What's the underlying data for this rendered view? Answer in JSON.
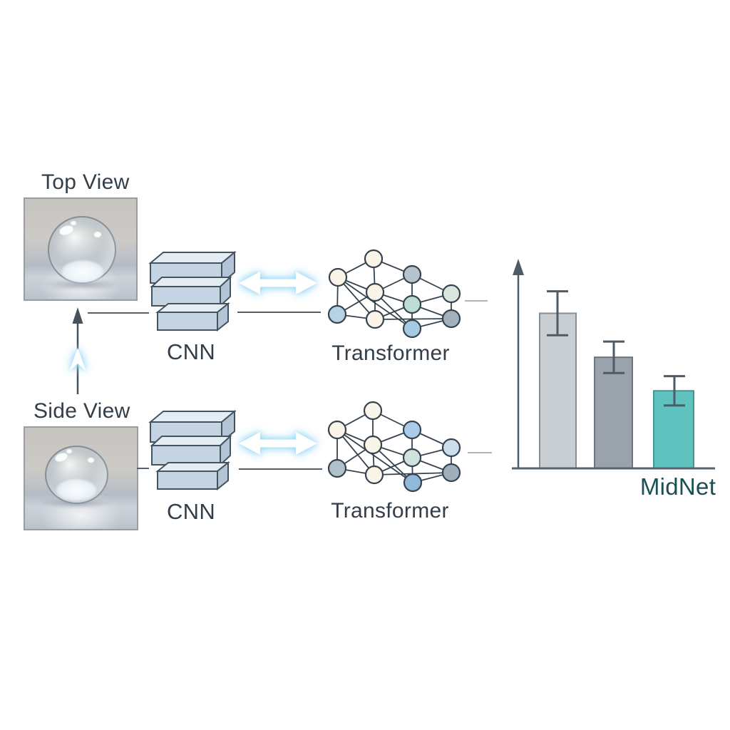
{
  "figure": {
    "views": {
      "top_label": "Top View",
      "side_label": "Side View"
    },
    "modules": {
      "cnn_top_label": "CNN",
      "cnn_bottom_label": "CNN",
      "transformer_top_label": "Transformer",
      "transformer_bottom_label": "Transformer"
    }
  },
  "colors": {
    "label_text": "#333e49",
    "midnet_text": "#1c4f53",
    "connector": "#55606a",
    "axis": "#4e5a64",
    "cnn_box_front": "#c5d4e3",
    "cnn_box_top": "#e4ecf4",
    "cnn_box_side": "#b2c4d5",
    "network_edge": "#36434f",
    "glow_arrow_fill": "#ffffff",
    "glow_arrow_halo": "#8ed2f4"
  },
  "networks": {
    "edges": [
      [
        0,
        1
      ],
      [
        0,
        2
      ],
      [
        0,
        3
      ],
      [
        1,
        3
      ],
      [
        1,
        5
      ],
      [
        1,
        6
      ],
      [
        1,
        8
      ],
      [
        2,
        3
      ],
      [
        2,
        4
      ],
      [
        2,
        7
      ],
      [
        3,
        5
      ],
      [
        3,
        6
      ],
      [
        3,
        7
      ],
      [
        3,
        8
      ],
      [
        4,
        7
      ],
      [
        4,
        9
      ],
      [
        5,
        6
      ],
      [
        6,
        7
      ],
      [
        6,
        9
      ],
      [
        7,
        8
      ],
      [
        7,
        9
      ],
      [
        8,
        9
      ]
    ],
    "items": [
      {
        "name": "transformer-network-top",
        "nodes": [
          [
            524,
            363,
            "#fbf5e9"
          ],
          [
            474,
            389,
            "#fbf5e9"
          ],
          [
            578,
            385,
            "#b5c3cd"
          ],
          [
            526,
            410,
            "#fbf5e9"
          ],
          [
            633,
            412,
            "#d8e6de"
          ],
          [
            473,
            441,
            "#b5d2e6"
          ],
          [
            526,
            448,
            "#fbf4e8"
          ],
          [
            578,
            427,
            "#bedcd6"
          ],
          [
            578,
            461,
            "#a5cbe3"
          ],
          [
            633,
            447,
            "#a2b1bc"
          ]
        ]
      },
      {
        "name": "transformer-network-bottom",
        "nodes": [
          [
            523,
            576,
            "#fbf5e9"
          ],
          [
            473,
            603,
            "#fbf5e9"
          ],
          [
            578,
            603,
            "#abcce9"
          ],
          [
            523,
            624,
            "#fbf5e9"
          ],
          [
            633,
            628,
            "#ccdded"
          ],
          [
            473,
            657,
            "#b0c1cc"
          ],
          [
            525,
            666,
            "#fbf4e8"
          ],
          [
            578,
            642,
            "#cfe3da"
          ],
          [
            579,
            677,
            "#8fb8d9"
          ],
          [
            633,
            663,
            "#9fb0bc"
          ]
        ]
      }
    ]
  },
  "chart_data": {
    "type": "bar",
    "title": "",
    "categories": [
      "",
      "",
      "MidNet"
    ],
    "values": [
      0.74,
      0.53,
      0.37
    ],
    "errors": [
      0.105,
      0.075,
      0.07
    ],
    "ylim": [
      0,
      1
    ],
    "grid": false,
    "tick_labels": false,
    "y_axis_arrow": true,
    "bar_colors": [
      "#c9ced3",
      "#9aa2ab",
      "#5fc2bf"
    ],
    "bar_outline_colors": [
      "#868e96",
      "#6b7580",
      "#3f9894"
    ],
    "error_bar_color": "#4e5a64",
    "axis_color": "#4e5a64",
    "label_color": "#1c4f53"
  }
}
